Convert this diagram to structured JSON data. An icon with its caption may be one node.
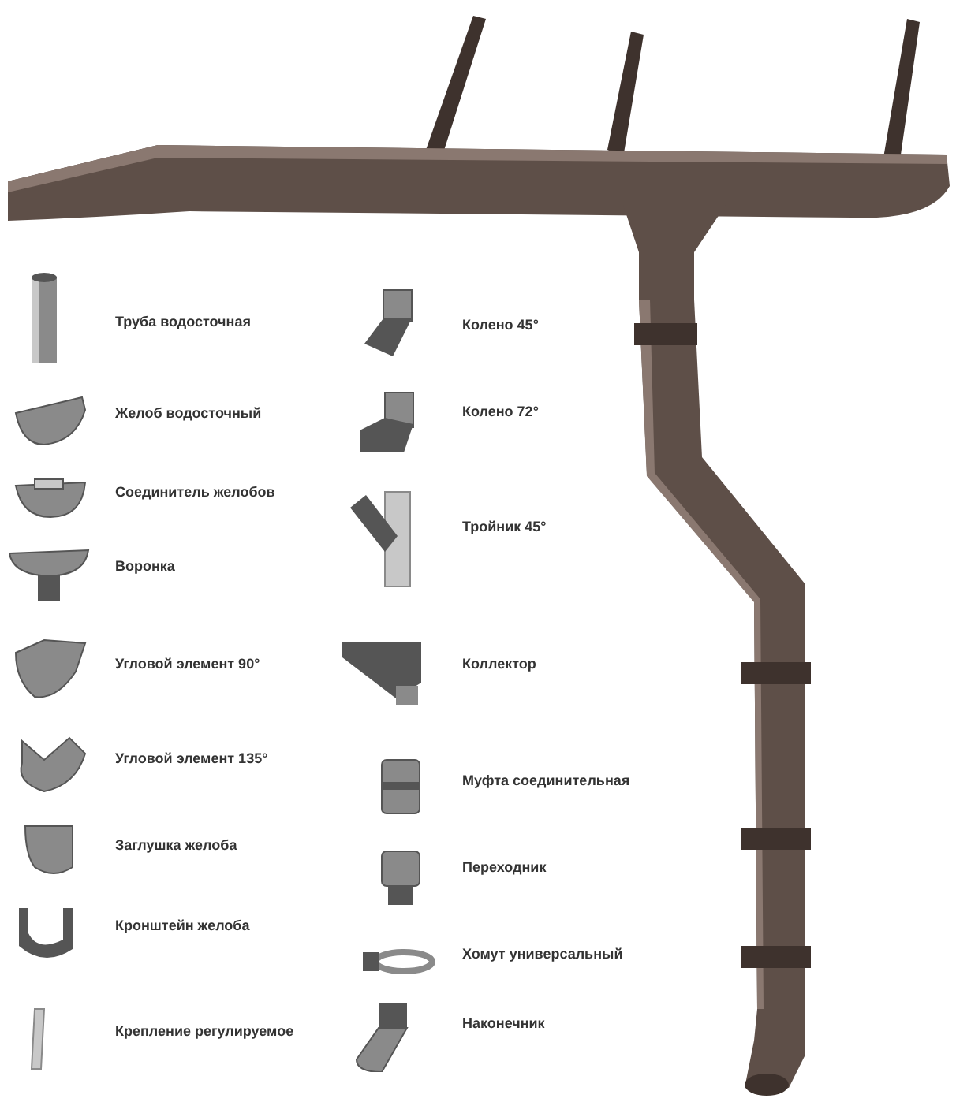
{
  "diagram": {
    "labels": [
      "Труба водосточная",
      "Желоб водосточный",
      "Соединитель желобов",
      "Воронка",
      "Угловой элемент 90°",
      "Угловой элемент 135°",
      "Заглушка желоба",
      "Кронштейн желоба",
      "Крепление регулируемое",
      "Колено 45°",
      "Колено 72°",
      "Тройник 45°",
      "Коллектор",
      "Муфта соединительная",
      "Переходник",
      "Хомут универсальный",
      "Наконечник"
    ]
  }
}
